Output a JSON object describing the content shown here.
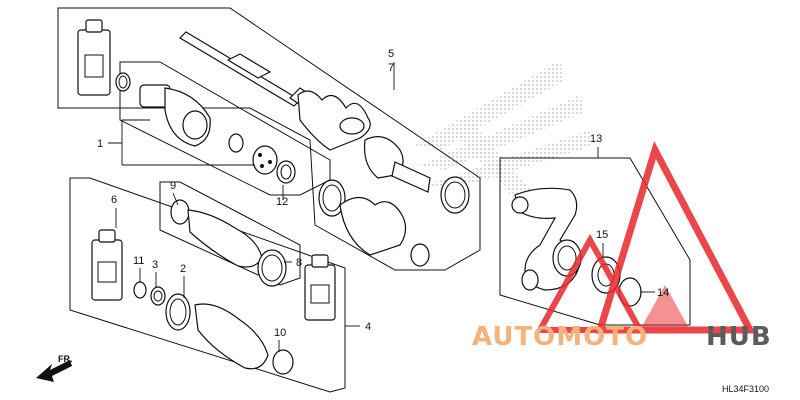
{
  "diagram": {
    "code": "HL34F3100",
    "direction_label": "FR.",
    "callouts": [
      "1",
      "2",
      "3",
      "4",
      "5",
      "6",
      "7",
      "8",
      "9",
      "10",
      "11",
      "12",
      "13",
      "14",
      "15"
    ]
  },
  "watermark": {
    "part_a": "AUTOMOTO",
    "part_b": "HUB",
    "color_a": "#f5b27a",
    "color_b": "#5b5b5b",
    "triangle_color": "#e8262b"
  }
}
